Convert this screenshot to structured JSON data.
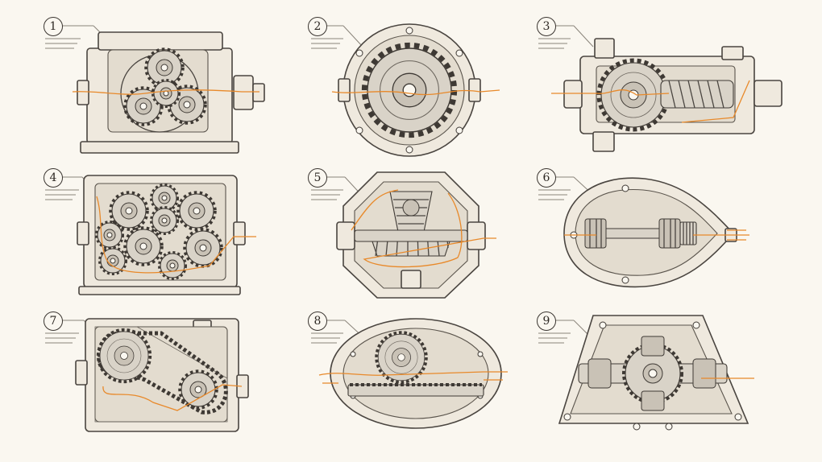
{
  "sheet": {
    "panels": [
      {
        "number": "1",
        "mechanism": "planetary-gearbox"
      },
      {
        "number": "2",
        "mechanism": "single-spur-gear-round-housing"
      },
      {
        "number": "3",
        "mechanism": "worm-gear-drive"
      },
      {
        "number": "4",
        "mechanism": "multi-gear-train"
      },
      {
        "number": "5",
        "mechanism": "bevel-gear-drive"
      },
      {
        "number": "6",
        "mechanism": "shaft-with-bearings"
      },
      {
        "number": "7",
        "mechanism": "chain-and-sprocket-drive"
      },
      {
        "number": "8",
        "mechanism": "rack-and-pinion"
      },
      {
        "number": "9",
        "mechanism": "differential-gear"
      }
    ]
  },
  "colors": {
    "paper": "#faf7f0",
    "ink": "#4a4540",
    "wire": "#e8892a",
    "metal": "#d9d3c8"
  }
}
